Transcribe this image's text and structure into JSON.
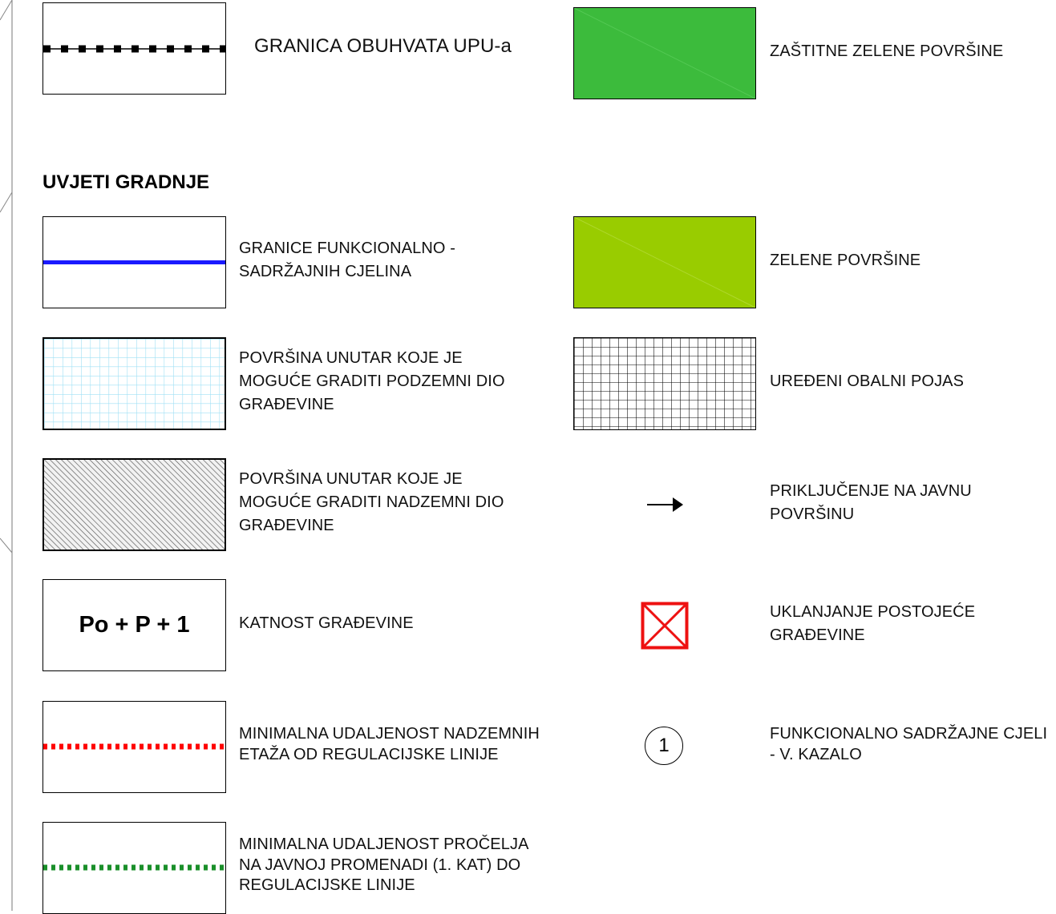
{
  "heading": "UVJETI GRADNJE",
  "legend_left": [
    {
      "symbol": "dashed-black-line",
      "label": "GRANICA OBUHVATA UPU-a"
    },
    {
      "symbol": "blue-line",
      "label": "GRANICE FUNKCIONALNO -\nSADRŽAJNIH CJELINA"
    },
    {
      "symbol": "light-blue-grid",
      "label": "POVRŠINA UNUTAR KOJE JE\nMOGUĆE GRADITI PODZEMNI DIO\nGRAĐEVINE"
    },
    {
      "symbol": "diagonal-hatch",
      "label": "POVRŠINA UNUTAR KOJE JE\nMOGUĆE GRADITI NADZEMNI DIO\nGRAĐEVINE"
    },
    {
      "symbol": "katnost-text",
      "symbol_text": "Po + P + 1",
      "label": "KATNOST GRAĐEVINE"
    },
    {
      "symbol": "red-dotted-line",
      "label": "MINIMALNA UDALJENOST NADZEMNIH\nETAŽA OD REGULACIJSKE LINIJE"
    },
    {
      "symbol": "green-dotted-line",
      "label": "MINIMALNA UDALJENOST PROČELJA\nNA JAVNOJ PROMENADI (1. KAT) DO\nREGULACIJSKE LINIJE"
    }
  ],
  "legend_right": [
    {
      "symbol": "green-fill",
      "color": "#3cbb3c",
      "label": "ZAŠTITNE ZELENE POVRŠINE"
    },
    {
      "symbol": "lime-fill",
      "color": "#99cc00",
      "label": "ZELENE POVRŠINE"
    },
    {
      "symbol": "black-grid",
      "label": "UREĐENI OBALNI POJAS"
    },
    {
      "symbol": "arrow",
      "label": "PRIKLJUČENJE NA JAVNU\nPOVRŠINU"
    },
    {
      "symbol": "red-x-box",
      "label": "UKLANJANJE POSTOJEĆE\nGRAĐEVINE"
    },
    {
      "symbol": "circle-number",
      "symbol_text": "1",
      "label": "FUNKCIONALNO SADRŽAJNE CJELI\n- V. KAZALO"
    }
  ],
  "colors": {
    "blue_line": "#1a1aff",
    "grid_light_blue": "#9fe0f5",
    "red_dots": "#ff0000",
    "green_dots": "#1a8f2a",
    "red_x": "#ee1111"
  }
}
